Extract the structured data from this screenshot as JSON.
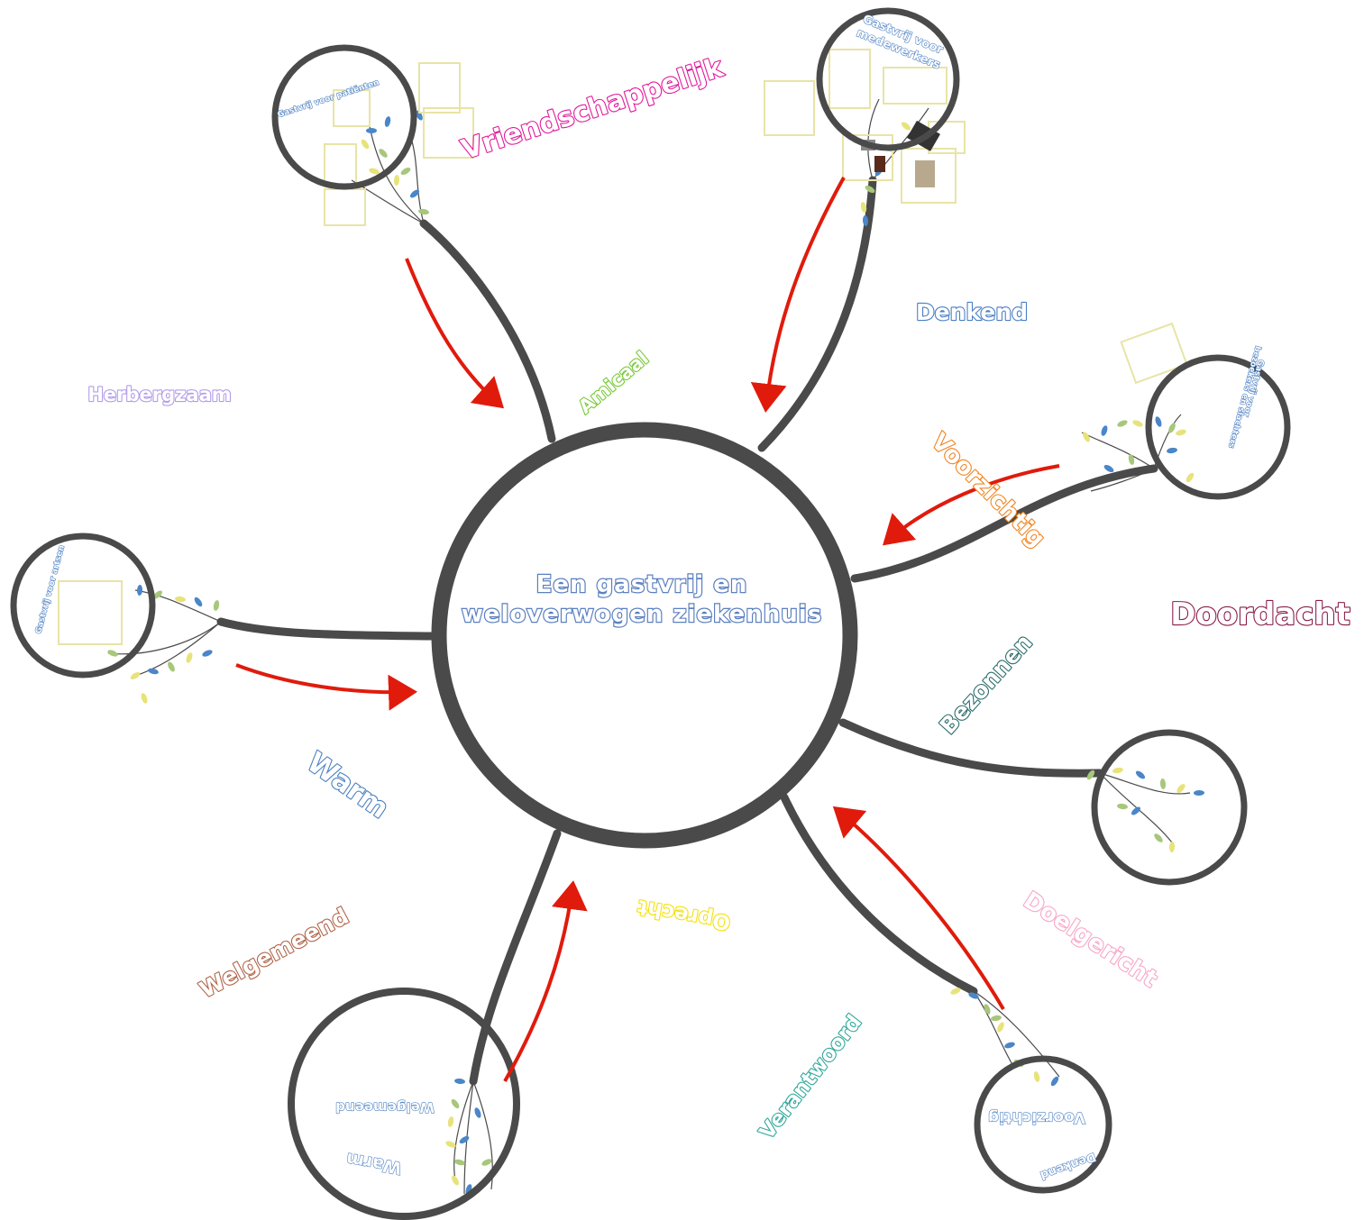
{
  "colors": {
    "ring": "#4a4a4a",
    "arrow": "#e01b0c",
    "leaf_blue": "#4a86c8",
    "leaf_green": "#a7c77a",
    "leaf_yellow": "#e7e37a",
    "frame": "#e8e4a6"
  },
  "center": {
    "title_line1": "Een gastvrij en",
    "title_line2": "weloverwogen ziekenhuis"
  },
  "words": {
    "vriendschappelijk": {
      "text": "Vriendschappelijk",
      "color": "#e0189a"
    },
    "amicaal": {
      "text": "Amicaal",
      "color": "#7ac93a"
    },
    "denkend": {
      "text": "Denkend",
      "color": "#4a7fc2"
    },
    "herbergzaam": {
      "text": "Herbergzaam",
      "color": "#b39ce8"
    },
    "voorzichtig": {
      "text": "Voorzichtig",
      "color": "#f0831f"
    },
    "doordacht": {
      "text": "Doordacht",
      "color": "#8a1c4a"
    },
    "bezonnen": {
      "text": "Bezonnen",
      "color": "#2b6b6b"
    },
    "warm": {
      "text": "Warm",
      "color": "#4a7fc2"
    },
    "oprecht": {
      "text": "Oprecht",
      "color": "#f5e10a"
    },
    "welgemeend": {
      "text": "Welgemeend",
      "color": "#b0654a"
    },
    "doelgericht": {
      "text": "Doelgericht",
      "color": "#f7a6c6"
    },
    "verantwoord": {
      "text": "Verantwoord",
      "color": "#2fa89b"
    }
  },
  "bubbles": {
    "patienten": {
      "label": "Gastvrij voor patiënten"
    },
    "medewerkers": {
      "label_line1": "Gastvrij voor",
      "label_line2": "medewerkers"
    },
    "bezoekers": {
      "label_line1": "Gastvrij voor",
      "label_line2": "bezoekers en slachters"
    },
    "artsen": {
      "label": "Gastvrij voor artsen"
    },
    "bottom_left": {
      "word1": "Welgemeend",
      "word2": "Warm"
    },
    "bottom_right": {
      "word1": "Voorzichtig",
      "word2": "Denkend"
    }
  }
}
